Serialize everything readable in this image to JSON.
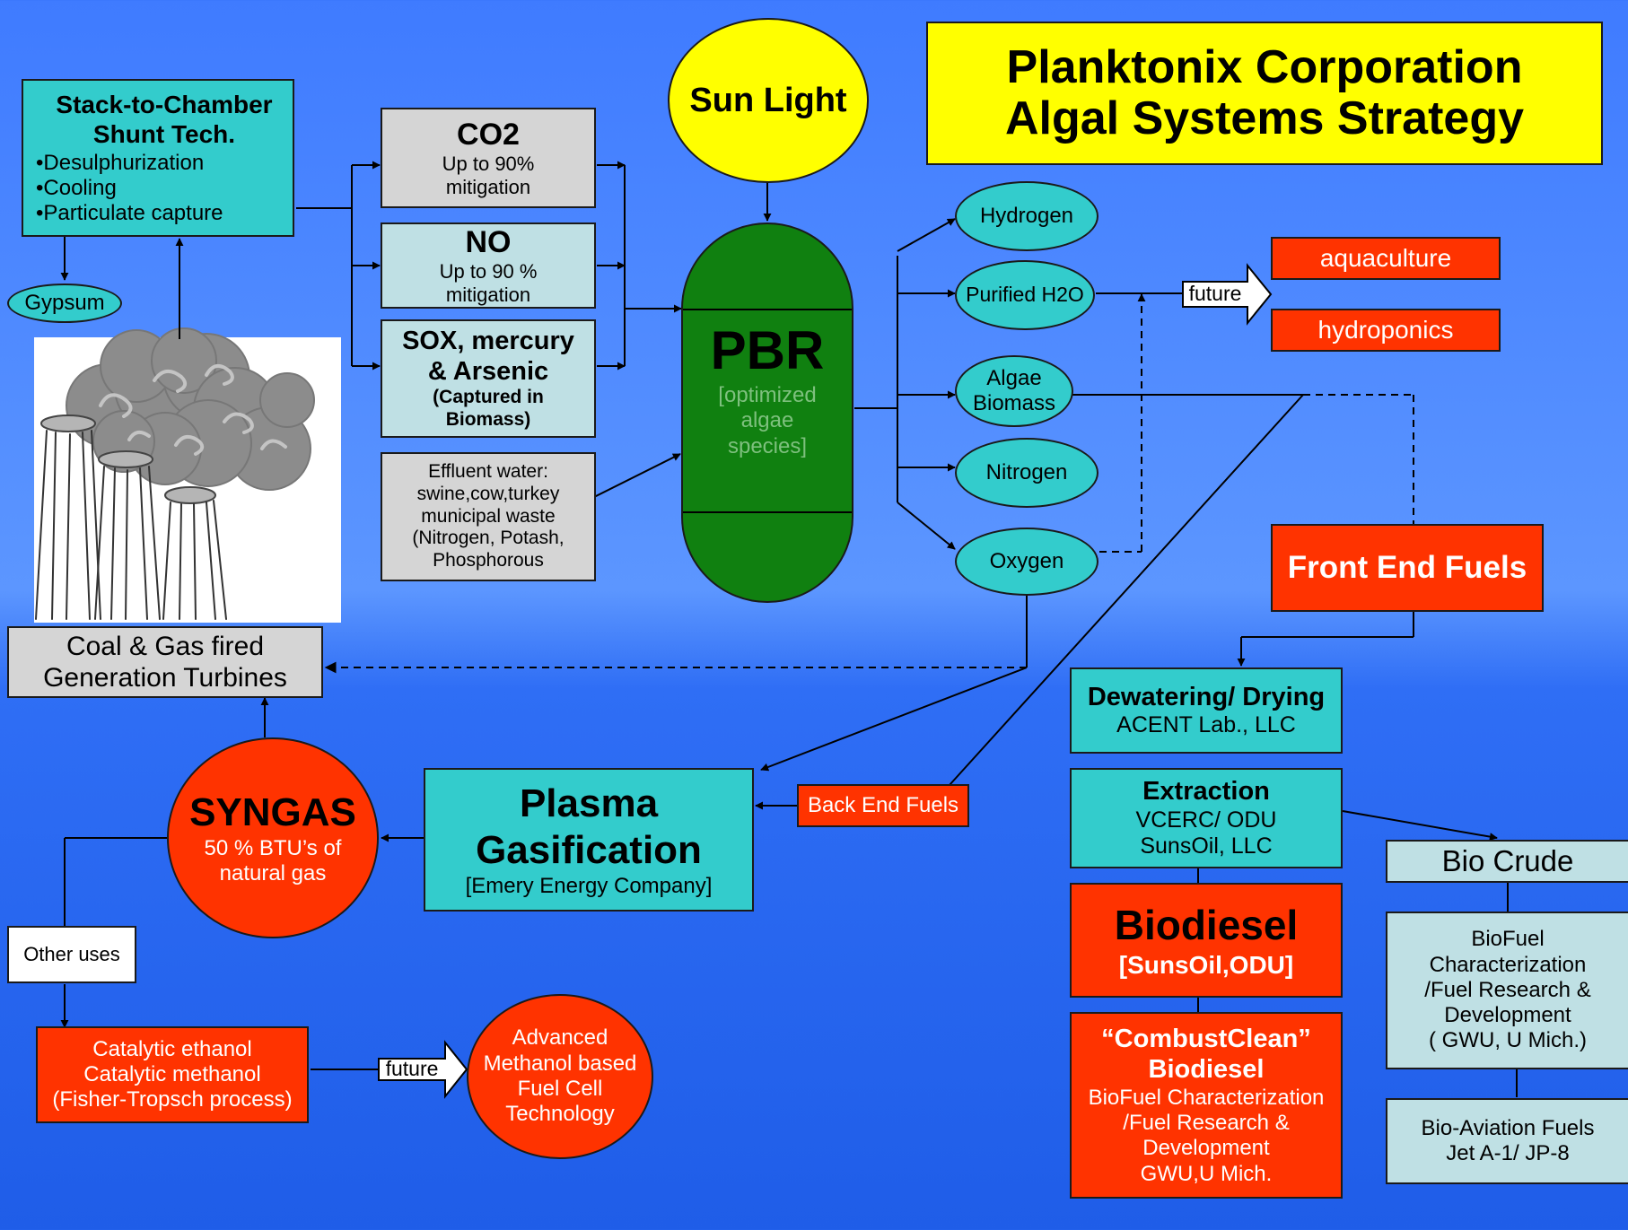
{
  "title": {
    "line1": "Planktonix Corporation",
    "line2": "Algal Systems Strategy"
  },
  "sun": "Sun Light",
  "stack": {
    "title1": "Stack-to-Chamber",
    "title2": "Shunt Tech.",
    "items": [
      "•Desulphurization",
      "•Cooling",
      "•Particulate capture"
    ]
  },
  "gypsum": "Gypsum",
  "inputs": {
    "co2": {
      "title": "CO2",
      "l1": "Up to 90%",
      "l2": "mitigation"
    },
    "no": {
      "title": "NO",
      "l1": "Up to 90 %",
      "l2": "mitigation"
    },
    "sox": {
      "t1": "SOX, mercury",
      "t2": "& Arsenic",
      "t3": "(Captured in",
      "t4": "Biomass)"
    },
    "effluent": {
      "l1": "Effluent water:",
      "l2": "swine,cow,turkey",
      "l3": "municipal waste",
      "l4": "(Nitrogen, Potash,",
      "l5": "Phosphorous"
    }
  },
  "pbr": {
    "title": "PBR",
    "l1": "[optimized",
    "l2": "algae",
    "l3": "species]"
  },
  "outputs": {
    "hydrogen": "Hydrogen",
    "water": "Purified H2O",
    "algae1": "Algae",
    "algae2": "Biomass",
    "nitrogen": "Nitrogen",
    "oxygen": "Oxygen"
  },
  "future1": "future",
  "future2": "future",
  "aquaculture": "aquaculture",
  "hydroponics": "hydroponics",
  "front_end": "Front End Fuels",
  "turbines": {
    "l1": "Coal & Gas fired",
    "l2": "Generation Turbines"
  },
  "dewatering": {
    "title": "Dewatering/ Drying",
    "sub": "ACENT Lab., LLC"
  },
  "extraction": {
    "title": "Extraction",
    "l1": "VCERC/ ODU",
    "l2": "SunsOil, LLC"
  },
  "biodiesel": {
    "title": "Biodiesel",
    "sub": "[SunsOil,ODU]"
  },
  "combust": {
    "t1": "“CombustClean”",
    "t2": "Biodiesel",
    "l1": "BioFuel Characterization",
    "l2": "/Fuel Research &",
    "l3": "Development",
    "l4": "GWU,U Mich."
  },
  "bio_crude": "Bio Crude",
  "biofuel_char": {
    "l1": "BioFuel",
    "l2": "Characterization",
    "l3": "/Fuel Research &",
    "l4": "Development",
    "l5": "( GWU, U Mich.)"
  },
  "aviation": {
    "l1": "Bio-Aviation Fuels",
    "l2": "Jet A-1/ JP-8"
  },
  "back_end": "Back End Fuels",
  "plasma": {
    "t1": "Plasma",
    "t2": "Gasification",
    "sub": "[Emery Energy Company]"
  },
  "syngas": {
    "title": "SYNGAS",
    "l1": "50 %  BTU’s  of",
    "l2": "natural gas"
  },
  "other_uses": "Other uses",
  "catalytic": {
    "l1": "Catalytic ethanol",
    "l2": "Catalytic methanol",
    "l3": "(Fisher-Tropsch process)"
  },
  "fuelcell": {
    "l1": "Advanced",
    "l2": "Methanol based",
    "l3": "Fuel Cell",
    "l4": "Technology"
  },
  "colors": {
    "teal": "#33cccc",
    "red": "#ff3300",
    "yellow": "#ffff00",
    "pbr_green": "#108010",
    "light_blue": "#bfe0e4",
    "grey": "#d5d5d5"
  }
}
